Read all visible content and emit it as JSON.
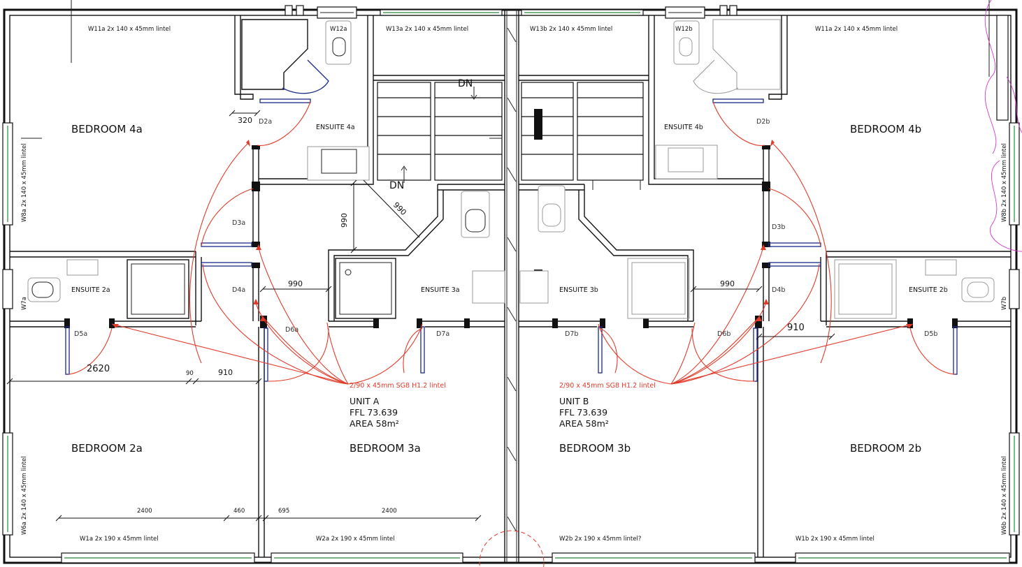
{
  "rooms": {
    "bedroom_4a": "BEDROOM 4a",
    "bedroom_4b": "BEDROOM 4b",
    "bedroom_2a": "BEDROOM 2a",
    "bedroom_3a": "BEDROOM 3a",
    "bedroom_3b": "BEDROOM 3b",
    "bedroom_2b": "BEDROOM 2b",
    "ensuite_4a": "ENSUITE 4a",
    "ensuite_4b": "ENSUITE 4b",
    "ensuite_2a": "ENSUITE 2a",
    "ensuite_3a": "ENSUITE 3a",
    "ensuite_3b": "ENSUITE 3b",
    "ensuite_2b": "ENSUITE 2b"
  },
  "windows": {
    "w11a_top_left": {
      "id": "W11a",
      "spec": "2x 140 x 45mm lintel"
    },
    "w12a": {
      "id": "W12a"
    },
    "w13a": {
      "id": "W13a",
      "spec": "2x 140 x 45mm lintel"
    },
    "w13b": {
      "id": "W13b",
      "spec": "2x 140 x 45mm lintel"
    },
    "w12b": {
      "id": "W12b"
    },
    "w11a_top_right": {
      "id": "W11a",
      "spec": "2x 140 x 45mm lintel"
    },
    "w8a": {
      "id": "W8a",
      "spec": "2x 140 x 45mm lintel"
    },
    "w8b": {
      "id": "W8b",
      "spec": "2x 140 x 45mm lintel"
    },
    "w7a": {
      "id": "W7a"
    },
    "w7b": {
      "id": "W7b"
    },
    "w6a": {
      "id": "W6a",
      "spec": "2x 140 x 45mm lintel"
    },
    "w6b": {
      "id": "W6b",
      "spec": "2x 140 x 45mm lintel"
    },
    "w1a": {
      "id": "W1a",
      "spec": "2x 190 x 45mm lintel"
    },
    "w2a": {
      "id": "W2a",
      "spec": "2x 190 x 45mm lintel"
    },
    "w2b": {
      "id": "W2b",
      "spec": "2x 190 x 45mm lintel?"
    },
    "w1b": {
      "id": "W1b",
      "spec": "2x 190 x 45mm lintel"
    }
  },
  "doors": {
    "d2a": "D2a",
    "d2b": "D2b",
    "d3a": "D3a",
    "d3b": "D3b",
    "d4a": "D4a",
    "d4b": "D4b",
    "d5a": "D5a",
    "d5b": "D5b",
    "d6a": "D6a",
    "d6b": "D6b",
    "d7a": "D7a",
    "d7b": "D7b"
  },
  "dimensions": {
    "d320": "320",
    "d990_vertical": "990",
    "d990_diagonal": "990",
    "d990_left": "990",
    "d990_right": "990",
    "d910_left": "910",
    "d910_right": "910",
    "d2620": "2620",
    "d90": "90",
    "d2400_left": "2400",
    "d460": "460",
    "d695": "695",
    "d2400_mid": "2400"
  },
  "stairs": {
    "dn_upper": "DN",
    "dn_lower": "DN"
  },
  "lintel_notes": {
    "unit_a": "2/90 x 45mm SG8 H1.2  lintel",
    "unit_b": "2/90 x 45mm SG8 H1.2  lintel"
  },
  "units": {
    "a": {
      "name": "UNIT A",
      "ffl": "FFL 73.639",
      "area": "AREA 58m²"
    },
    "b": {
      "name": "UNIT B",
      "ffl": "FFL 73.639",
      "area": "AREA 58m²"
    }
  },
  "colors": {
    "walls": "#111111",
    "door_swing": "#e23b2a",
    "door_leaf": "#1a2a8a",
    "glazing": "#4a9a5a",
    "boundary": "#d03ad0"
  }
}
